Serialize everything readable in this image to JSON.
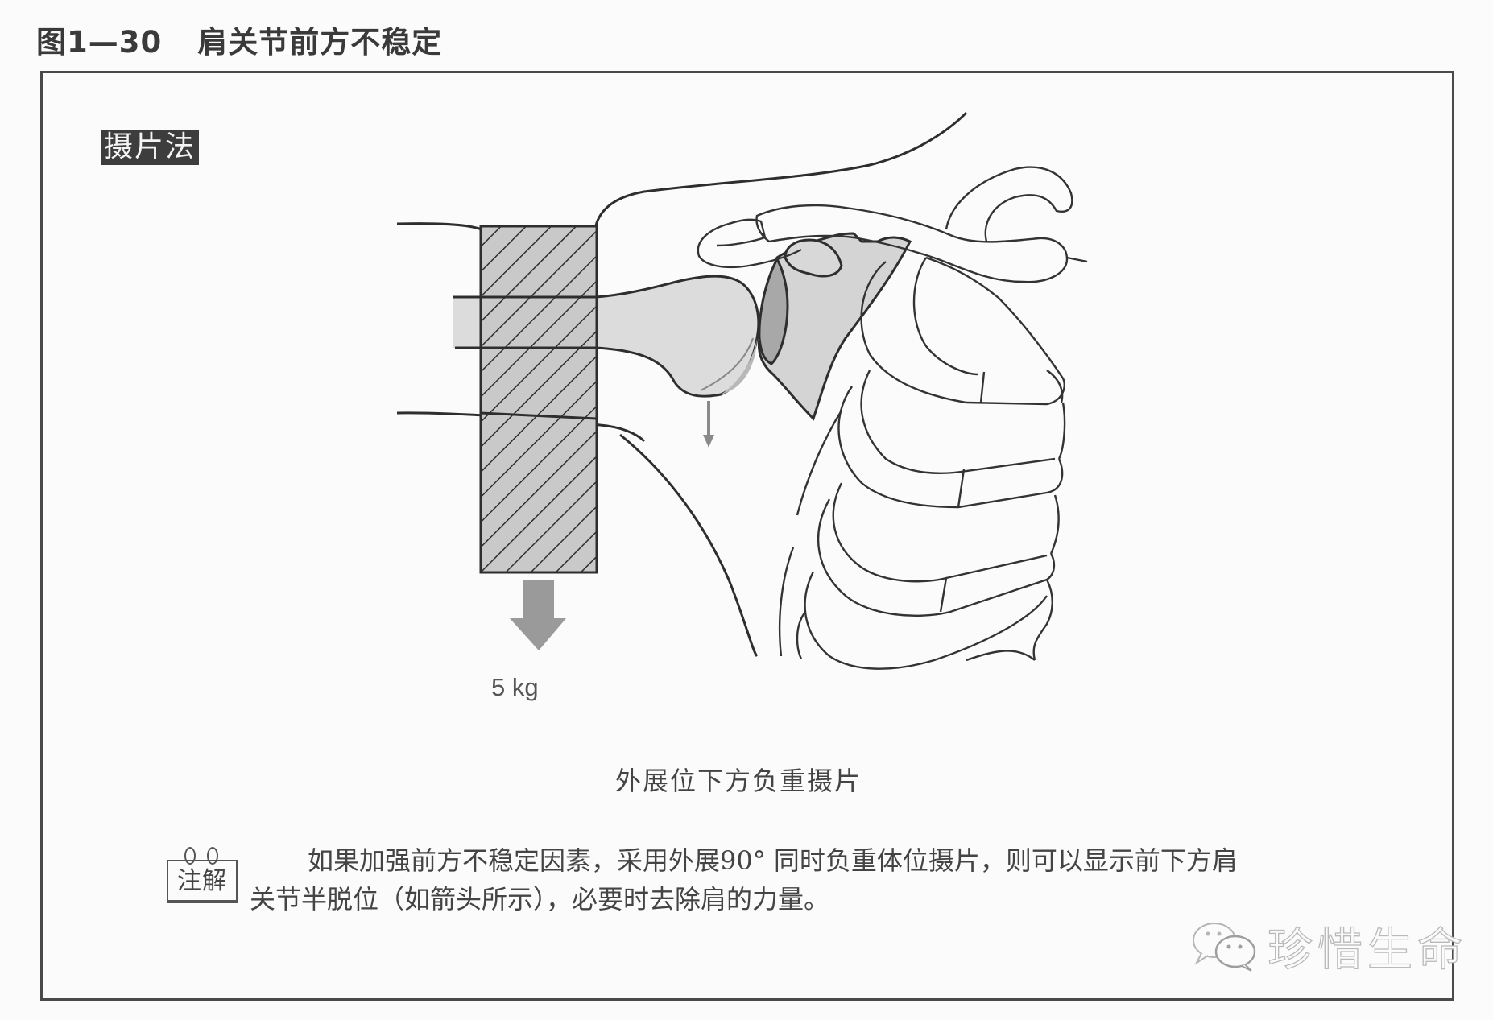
{
  "figure": {
    "number": "图1—30",
    "title": "肩关节前方不稳定"
  },
  "method_badge": "摄片法",
  "diagram": {
    "weight_label": "5 kg",
    "weight_arrow_color": "#9a9a9a",
    "hatch_fill": "#c9c9c9",
    "bone_fill": "#dcdcdc",
    "scapula_fill": "#d4d4d4",
    "line_color": "#333333",
    "caption": "外展位下方负重摄片"
  },
  "note": {
    "icon_label": "注解",
    "line1": "如果加强前方不稳定因素，采用外展90° 同时负重体位摄片，则可以显示前下方肩",
    "line2": "关节半脱位（如箭头所示），必要时去除肩的力量。"
  },
  "watermark": {
    "icon": "wechat-icon",
    "text": "珍惜生命"
  }
}
